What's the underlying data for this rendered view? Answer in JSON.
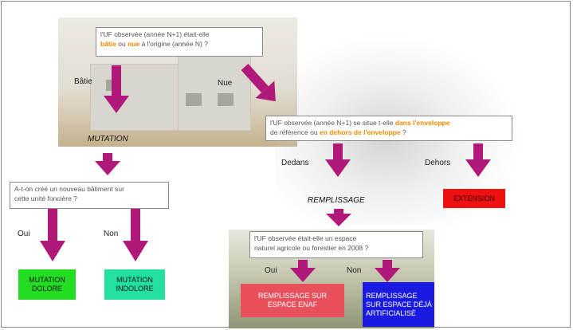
{
  "q1": {
    "pre": "l'UF observée (année N+1) était-elle",
    "batie": "bâtie",
    "ou": "ou",
    "nue": "nue",
    "post": "à l'origine (année N) ?"
  },
  "q2": {
    "pre": "l'UF observée (année N+1) se situe t-elle",
    "dans": "dans l'enveloppe",
    "mid": "de référence ou",
    "dehors": "en dehors de l'enveloppe",
    "post": "?"
  },
  "q3": {
    "line1": "A-t-on créé un nouveau bâtiment sur",
    "line2": "cette unité foncière ?"
  },
  "q4": {
    "line1": "l'UF observée était-elle un espace",
    "line2": "naturel agricole ou forestier en 2008 ?"
  },
  "labels": {
    "batie": "Bâtie",
    "nue": "Nue",
    "dedans": "Dedans",
    "dehors": "Dehors",
    "oui": "Oui",
    "non": "Non",
    "oui2": "Oui",
    "non2": "Non"
  },
  "steps": {
    "mutation": "MUTATION",
    "remplissage": "REMPLISSAGE"
  },
  "results": {
    "mutation_dolore": {
      "l1": "MUTATION",
      "l2": "DOLORE",
      "color": "#22dd22"
    },
    "mutation_indolore": {
      "l1": "MUTATION",
      "l2": "INDOLORE",
      "color": "#22e0a0"
    },
    "extension": {
      "l1": "EXTENSION",
      "color": "#ee1111"
    },
    "remplissage_enaf": {
      "l1": "REMPLISSAGE SUR",
      "l2": "ESPACE ENAF",
      "color": "#e8505c"
    },
    "remplissage_artif": {
      "l1": "REMPLISSAGE",
      "l2": "SUR ESPACE DÉJÀ",
      "l3": "ARTIFICIALISÉ",
      "color": "#1a1ae0"
    }
  },
  "colors": {
    "arrow": "#b0197a",
    "accent": "#f08a00"
  }
}
